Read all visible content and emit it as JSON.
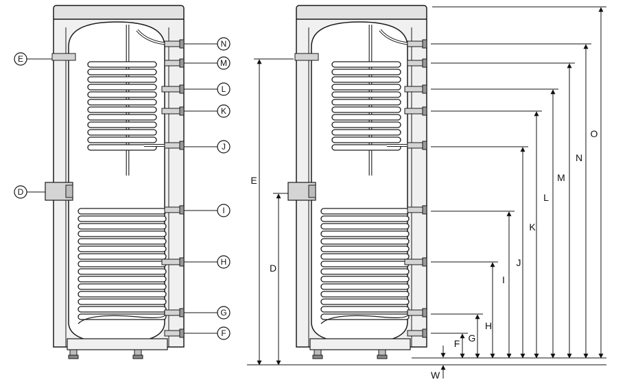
{
  "diagram": {
    "colors": {
      "stroke": "#1a1a1a",
      "tank_fill": "#ffffff",
      "wall_fill": "#f0f0f0",
      "lid_fill": "#e2e2e2",
      "coil_fill": "#ffffff",
      "connector_fill": "#d4d4d4",
      "dim_line": "#111111"
    },
    "left_view": {
      "callouts": [
        "N",
        "M",
        "L",
        "K",
        "J",
        "I",
        "H",
        "G",
        "F",
        "E",
        "D"
      ]
    },
    "right_view": {
      "dimensions": [
        "O",
        "N",
        "M",
        "L",
        "K",
        "J",
        "I",
        "H",
        "G",
        "F",
        "E",
        "D",
        "W"
      ]
    }
  }
}
